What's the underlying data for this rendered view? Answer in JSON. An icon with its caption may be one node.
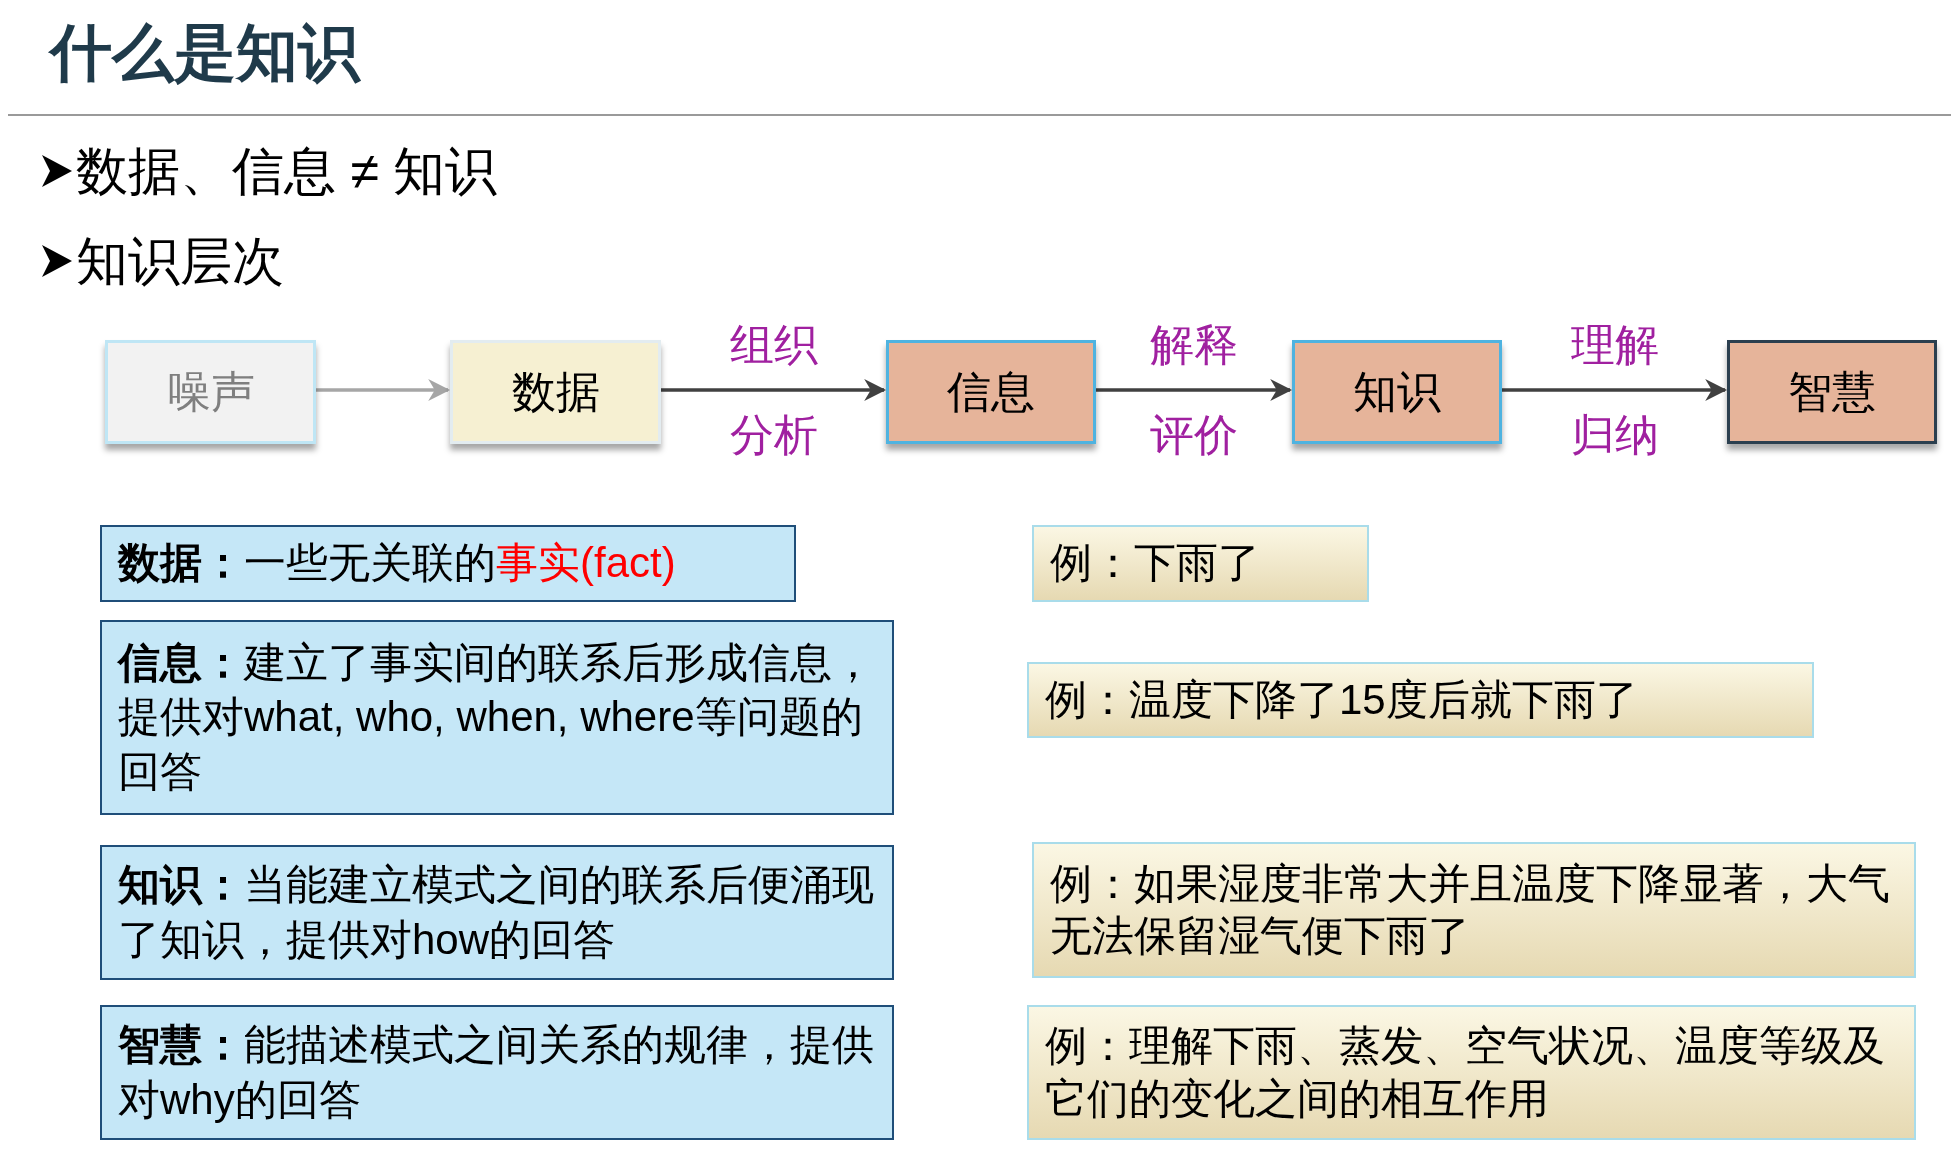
{
  "diagram": {
    "title": "什么是知识",
    "nodes": [
      {
        "text": [
          "噪声"
        ]
      },
      {
        "text": [
          "数据"
        ]
      },
      {
        "text": [
          "信息"
        ]
      },
      {
        "text": [
          "知识"
        ]
      },
      {
        "text": [
          "智慧"
        ]
      },
      {
        "text": [
          "数据：",
          "一些无关联的",
          "事实(fact)"
        ]
      },
      {
        "text": [
          "例：下雨了"
        ]
      },
      {
        "text": [
          "信息：",
          "建立了事实间的联系后形成信息，提供对what, who, when, where等问题的回答"
        ]
      },
      {
        "text": [
          "例：温度下降了15度后就下雨了"
        ]
      },
      {
        "text": [
          "知识：",
          "当能建立模式之间的联系后便涌现了知识，提供对how的回答"
        ]
      },
      {
        "text": [
          "例：如果湿度非常大并且温度下降显著，大气无法保留湿气便下雨了"
        ]
      },
      {
        "text": [
          "智慧：",
          "能描述模式之间关系的规律，提供对why的回答"
        ]
      },
      {
        "text": [
          "例：理解下雨、蒸发、空气状况、温度等级及它们的变化之间的相互作用"
        ]
      }
    ],
    "edges": [
      {
        "from": 0,
        "to": 1,
        "arrow": "to",
        "color": "#a6a6a6"
      },
      {
        "from": 1,
        "to": 2,
        "arrow": "to",
        "label": "组织分析"
      },
      {
        "from": 2,
        "to": 3,
        "arrow": "to",
        "label": "解释评价"
      },
      {
        "from": 3,
        "to": 4,
        "arrow": "to",
        "label": "理解归纳"
      }
    ],
    "labels": [
      "数据、信息 ≠ 知识",
      "知识层次"
    ]
  }
}
